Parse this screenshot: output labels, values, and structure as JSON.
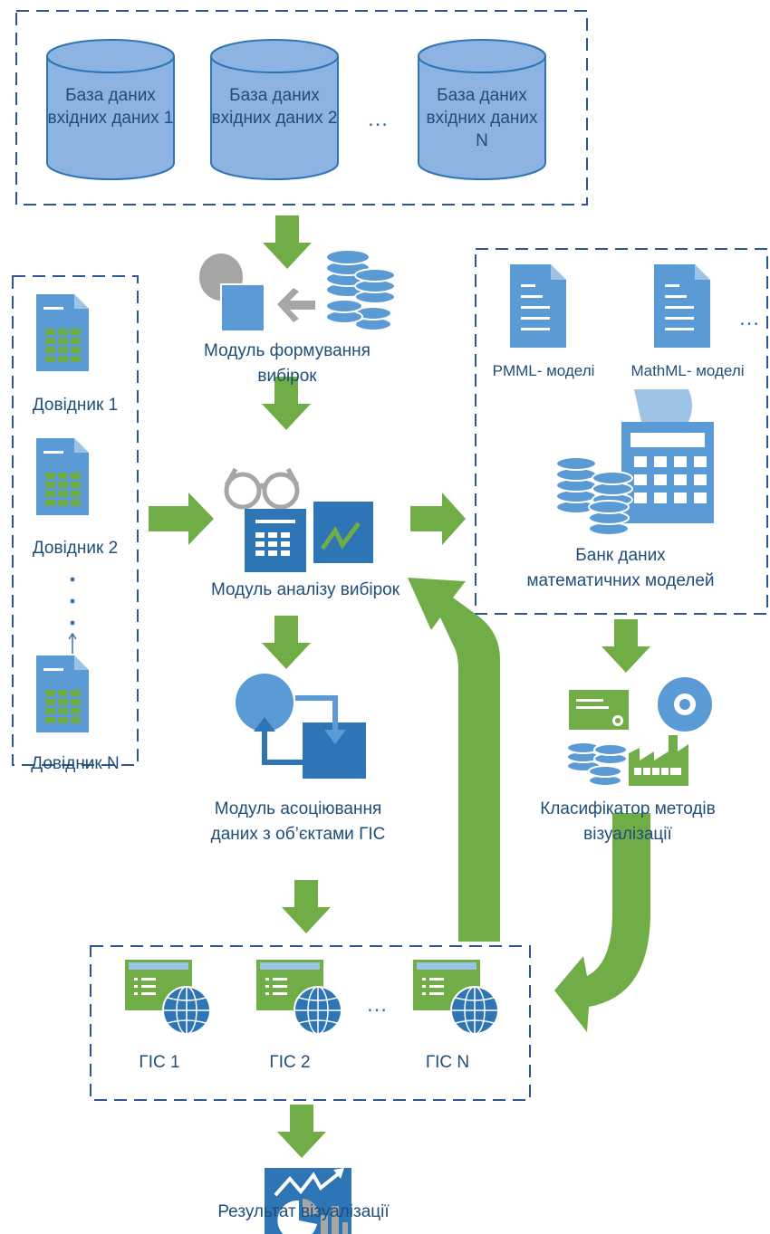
{
  "databases": [
    {
      "label": "База даних вхідних даних 1"
    },
    {
      "label": "База даних вхідних даних 2"
    },
    {
      "label": "База даних вхідних даних N"
    }
  ],
  "database_ellipsis": "…",
  "references": [
    {
      "label": "Довідник 1"
    },
    {
      "label": "Довідник 2"
    },
    {
      "label": "Довідник N"
    }
  ],
  "modules": {
    "sampling": {
      "line1": "Модуль формування",
      "line2": "вибірок"
    },
    "analysis": {
      "label": "Модуль аналізу вибірок"
    },
    "association": {
      "line1": "Модуль асоціювання",
      "line2": "даних з об’єктами ГІС"
    }
  },
  "models": {
    "pmml": "PMML- моделі",
    "mathml": "MathML- моделі",
    "ellipsis": "…",
    "bank_line1": "Банк даних",
    "bank_line2": "математичних моделей"
  },
  "classifier": {
    "line1": "Класифікатор методів",
    "line2": "візуалізації"
  },
  "gis": [
    {
      "label": "ГІС 1"
    },
    {
      "label": "ГІС 2"
    },
    {
      "label": "ГІС N"
    }
  ],
  "gis_ellipsis": "…",
  "result": {
    "label": "Результат візуалізації"
  },
  "colors": {
    "blue": "#5b9bd5",
    "dark_blue": "#2e75b6",
    "green": "#70ad47",
    "grey": "#a6a6a6",
    "text": "#1f4e79",
    "dash": "#2f5597"
  }
}
